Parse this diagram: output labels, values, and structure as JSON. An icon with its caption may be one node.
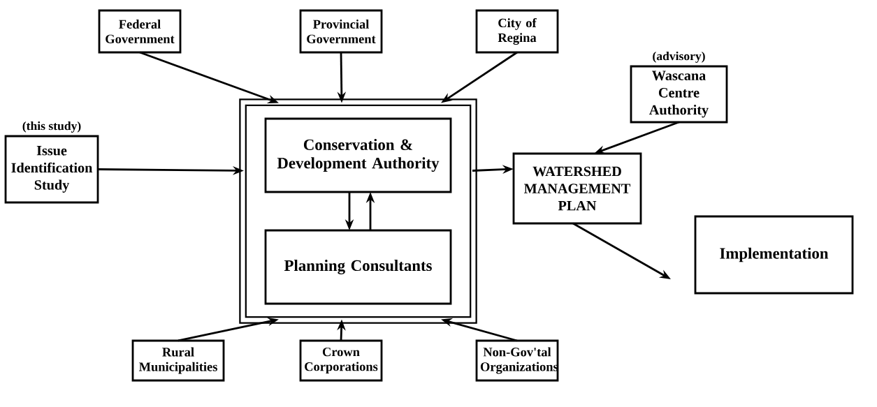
{
  "diagram": {
    "nodes": [
      {
        "text": [
          "Federal Government"
        ]
      },
      {
        "text": [
          "Provincial Government"
        ]
      },
      {
        "text": [
          "City of Regina"
        ]
      },
      {
        "text": [
          "Wascana Centre Authority"
        ],
        "beside": [
          "(advisory)"
        ]
      },
      {
        "text": [
          "Issue Identification Study"
        ],
        "beside": [
          "(this study)"
        ]
      },
      {
        "text": [],
        "shape": "box"
      },
      {
        "text": [
          "Conservation & Development Authority"
        ],
        "in": 5
      },
      {
        "text": [
          "Planning Consultants"
        ],
        "in": 5
      },
      {
        "text": [
          "WATERSHED MANAGEMENT PLAN"
        ]
      },
      {
        "text": [
          "Implementation"
        ]
      },
      {
        "text": [
          "Rural Municipalities"
        ]
      },
      {
        "text": [
          "Crown Corporations"
        ]
      },
      {
        "text": [
          "Non-Gov'tal Organizations"
        ]
      }
    ],
    "edges": [
      {
        "from": 0,
        "to": 5,
        "arrow": "to"
      },
      {
        "from": 1,
        "to": 5,
        "arrow": "to"
      },
      {
        "from": 2,
        "to": 5,
        "arrow": "to"
      },
      {
        "from": 4,
        "to": 5,
        "arrow": "to"
      },
      {
        "from": 10,
        "to": 5,
        "arrow": "to"
      },
      {
        "from": 11,
        "to": 5,
        "arrow": "to"
      },
      {
        "from": 12,
        "to": 5,
        "arrow": "to"
      },
      {
        "from": 6,
        "to": 7,
        "arrow": "to"
      },
      {
        "from": 7,
        "to": 6,
        "arrow": "to"
      },
      {
        "from": 5,
        "to": 8,
        "arrow": "to"
      },
      {
        "from": 3,
        "to": 8,
        "arrow": "to"
      },
      {
        "from": 8,
        "to": 9,
        "arrow": "to"
      }
    ]
  }
}
